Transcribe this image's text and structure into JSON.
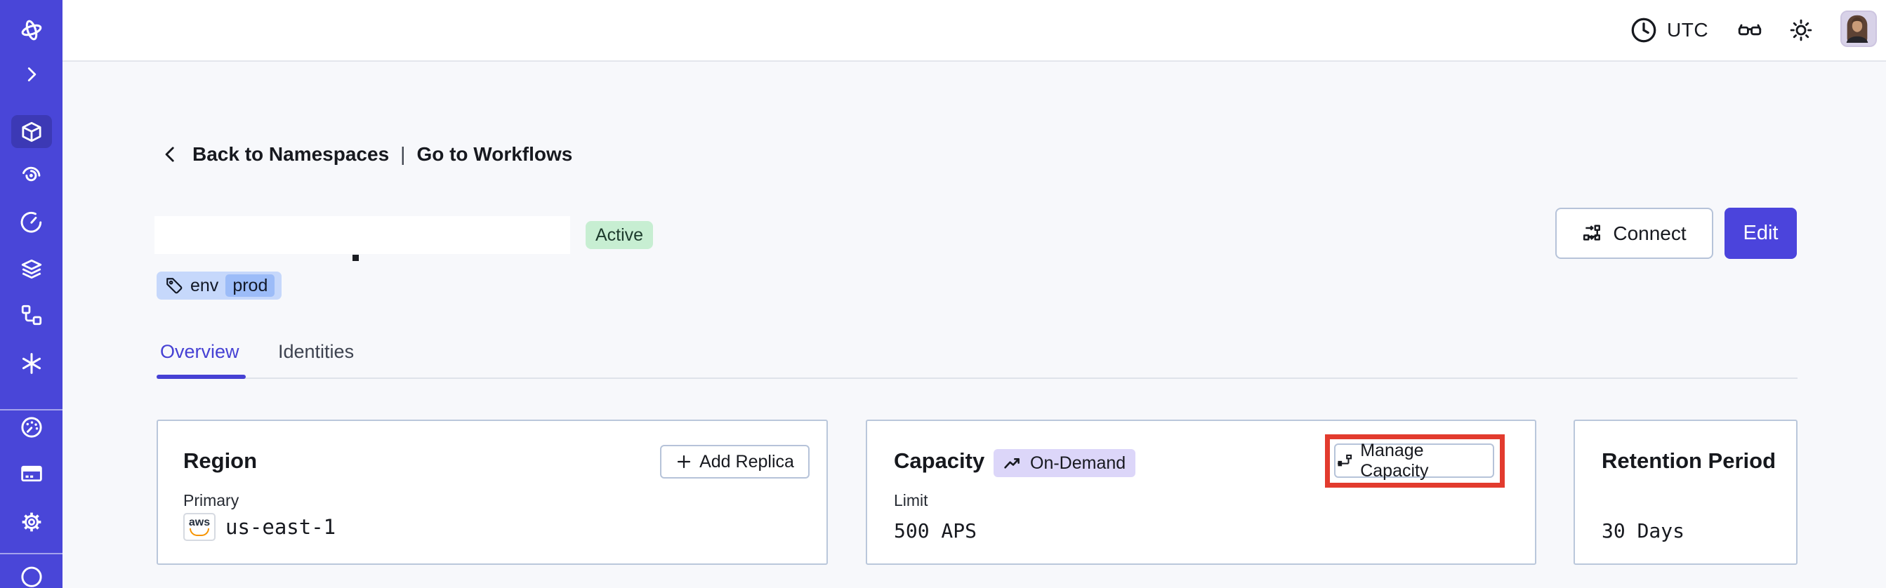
{
  "topbar": {
    "timezone_label": "UTC"
  },
  "breadcrumb": {
    "back_label": "Back to Namespaces",
    "separator": "|",
    "workflows_label": "Go to Workflows"
  },
  "namespace": {
    "status": "Active",
    "tag": {
      "key": "env",
      "value": "prod"
    }
  },
  "actions": {
    "connect_label": "Connect",
    "edit_label": "Edit"
  },
  "tabs": {
    "overview": "Overview",
    "identities": "Identities"
  },
  "cards": {
    "region": {
      "title": "Region",
      "plus": "+",
      "add_replica_label": "Add Replica",
      "primary_label": "Primary",
      "provider_label": "aws",
      "region_value": "us-east-1"
    },
    "capacity": {
      "title": "Capacity",
      "badge": "On-Demand",
      "manage_label": "Manage Capacity",
      "limit_label": "Limit",
      "limit_value": "500 APS"
    },
    "retention": {
      "title": "Retention Period",
      "value": "30 Days"
    }
  },
  "sidebar": {
    "active_item": "namespaces",
    "items": [
      "temporal-logo",
      "expand",
      "namespaces",
      "workflows",
      "schedules",
      "deployments",
      "batch-operations",
      "nexus",
      "usage",
      "billing",
      "settings",
      "profile"
    ]
  },
  "icons": {
    "temporal-logo": "four-lobe-knot",
    "expand-icon": "chevron-right ›",
    "namespaces-icon": "cube",
    "workflows-icon": "spiral",
    "schedules-icon": "circular-arrow-clock",
    "deployments-icon": "stacked-layers",
    "batch-operations-icon": "workflow-nodes",
    "nexus-icon": "asterisk ✳",
    "usage-icon": "gauge-with-dots",
    "billing-icon": "credit-card",
    "settings-icon": "gear ⚙",
    "profile-icon": "circle (clipped)",
    "clock-icon": "clock outline",
    "glasses-icon": "glasses",
    "sun-icon": "sun ☀",
    "back-icon": "chevron-left ‹",
    "tag-icon": "price-tag",
    "plus-icon": "+",
    "trend-up-icon": "zigzag arrow ↗",
    "sliders-icon": "horizontal slider line with knob",
    "connect-icon": "s-flow path with node squares",
    "aws-logo": "aws text with orange smile"
  },
  "colors": {
    "sidebar_bg": "#4946D8",
    "sidebar_active_bg": "#3C39B5",
    "accent_indigo": "#4641D4",
    "edit_button_bg": "#4B44DC",
    "status_active_bg": "#C7EED2",
    "status_active_text": "#1D3B2D",
    "tag_chip_bg": "#C6D8FB",
    "tag_value_bg": "#9CBCF8",
    "ondemand_badge_bg": "#DCD6F9",
    "highlight_red": "#E23B2E",
    "card_border": "#BAC7DB",
    "page_bg": "#F7F8FB",
    "aws_orange": "#F79400"
  }
}
